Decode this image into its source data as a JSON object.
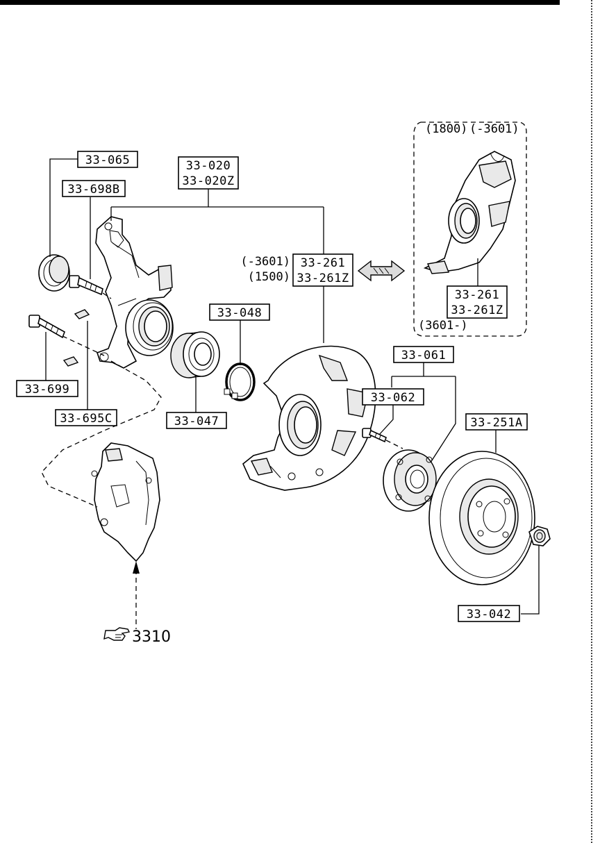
{
  "labels": {
    "boot": "33-065",
    "knuckle_l1": "33-020",
    "knuckle_l2": "33-020Z",
    "bolt_upper": "33-698B",
    "bolt_lower": "33-699",
    "clip": "33-695C",
    "snap_ring": "33-048",
    "bearing": "33-047",
    "cover_l1": "33-261",
    "cover_l2": "33-261Z",
    "inset_l1": "33-261",
    "inset_l2": "33-261Z",
    "hub": "33-061",
    "hub_bolt": "33-062",
    "disc": "33-251A",
    "nut": "33-042"
  },
  "notes": {
    "cover_left_1": "(-3601)",
    "cover_left_2": "(1500)",
    "inset_top_a": "(1800)",
    "inset_top_b": "(-3601)",
    "inset_bottom": "(3601-)"
  },
  "reference": {
    "page": "3310",
    "icon": "pointing-hand-icon"
  }
}
